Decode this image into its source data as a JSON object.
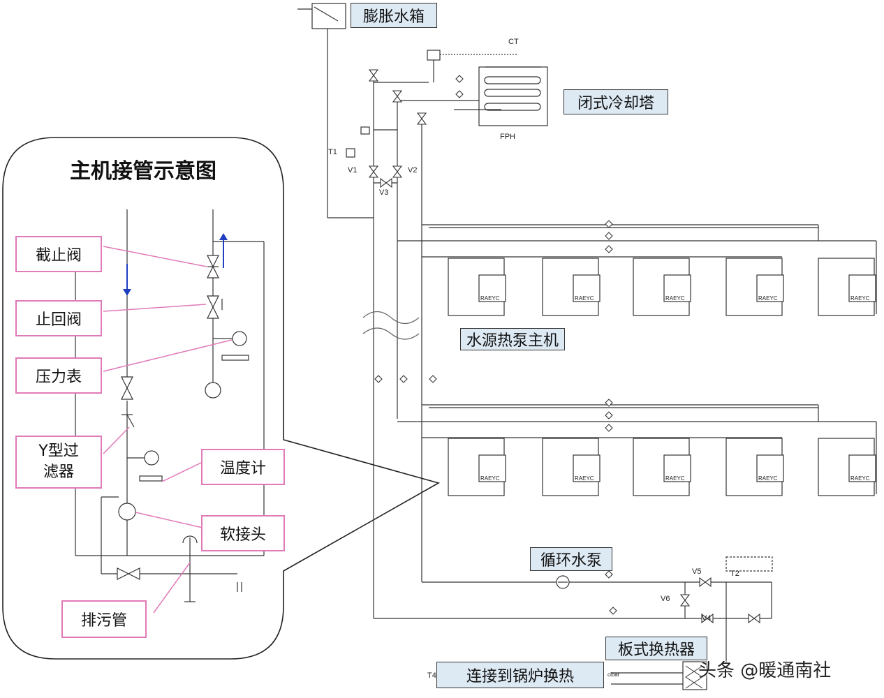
{
  "panel": {
    "title": "主机接管示意图",
    "labels": {
      "stop_valve": "截止阀",
      "check_valve": "止回阀",
      "pressure_gauge": "压力表",
      "y_filter_line1": "Y型过",
      "y_filter_line2": "滤器",
      "thermometer": "温度计",
      "soft_joint": "软接头",
      "drain_pipe": "排污管"
    }
  },
  "system": {
    "expansion_tank": "膨胀水箱",
    "closed_cooling_tower": "闭式冷却塔",
    "heat_pump_unit": "水源热泵主机",
    "circulation_pump": "循环水泵",
    "plate_heat_exchanger": "板式换热器",
    "boiler_connection": "连接到锅炉换热",
    "unit_tag": "RAEYC",
    "cooling_tower_top_tag": "CT",
    "cooling_tower_bottom_tag": "FPH",
    "valve_tags": {
      "t1": "T1",
      "t2": "T2",
      "t4": "T4",
      "v1": "V1",
      "v2": "V2",
      "v3": "V3",
      "v4": "V4",
      "v5": "V5",
      "v6": "V6"
    },
    "exchanger_tag": "cibar"
  },
  "watermark": "头条 @暖通南社"
}
